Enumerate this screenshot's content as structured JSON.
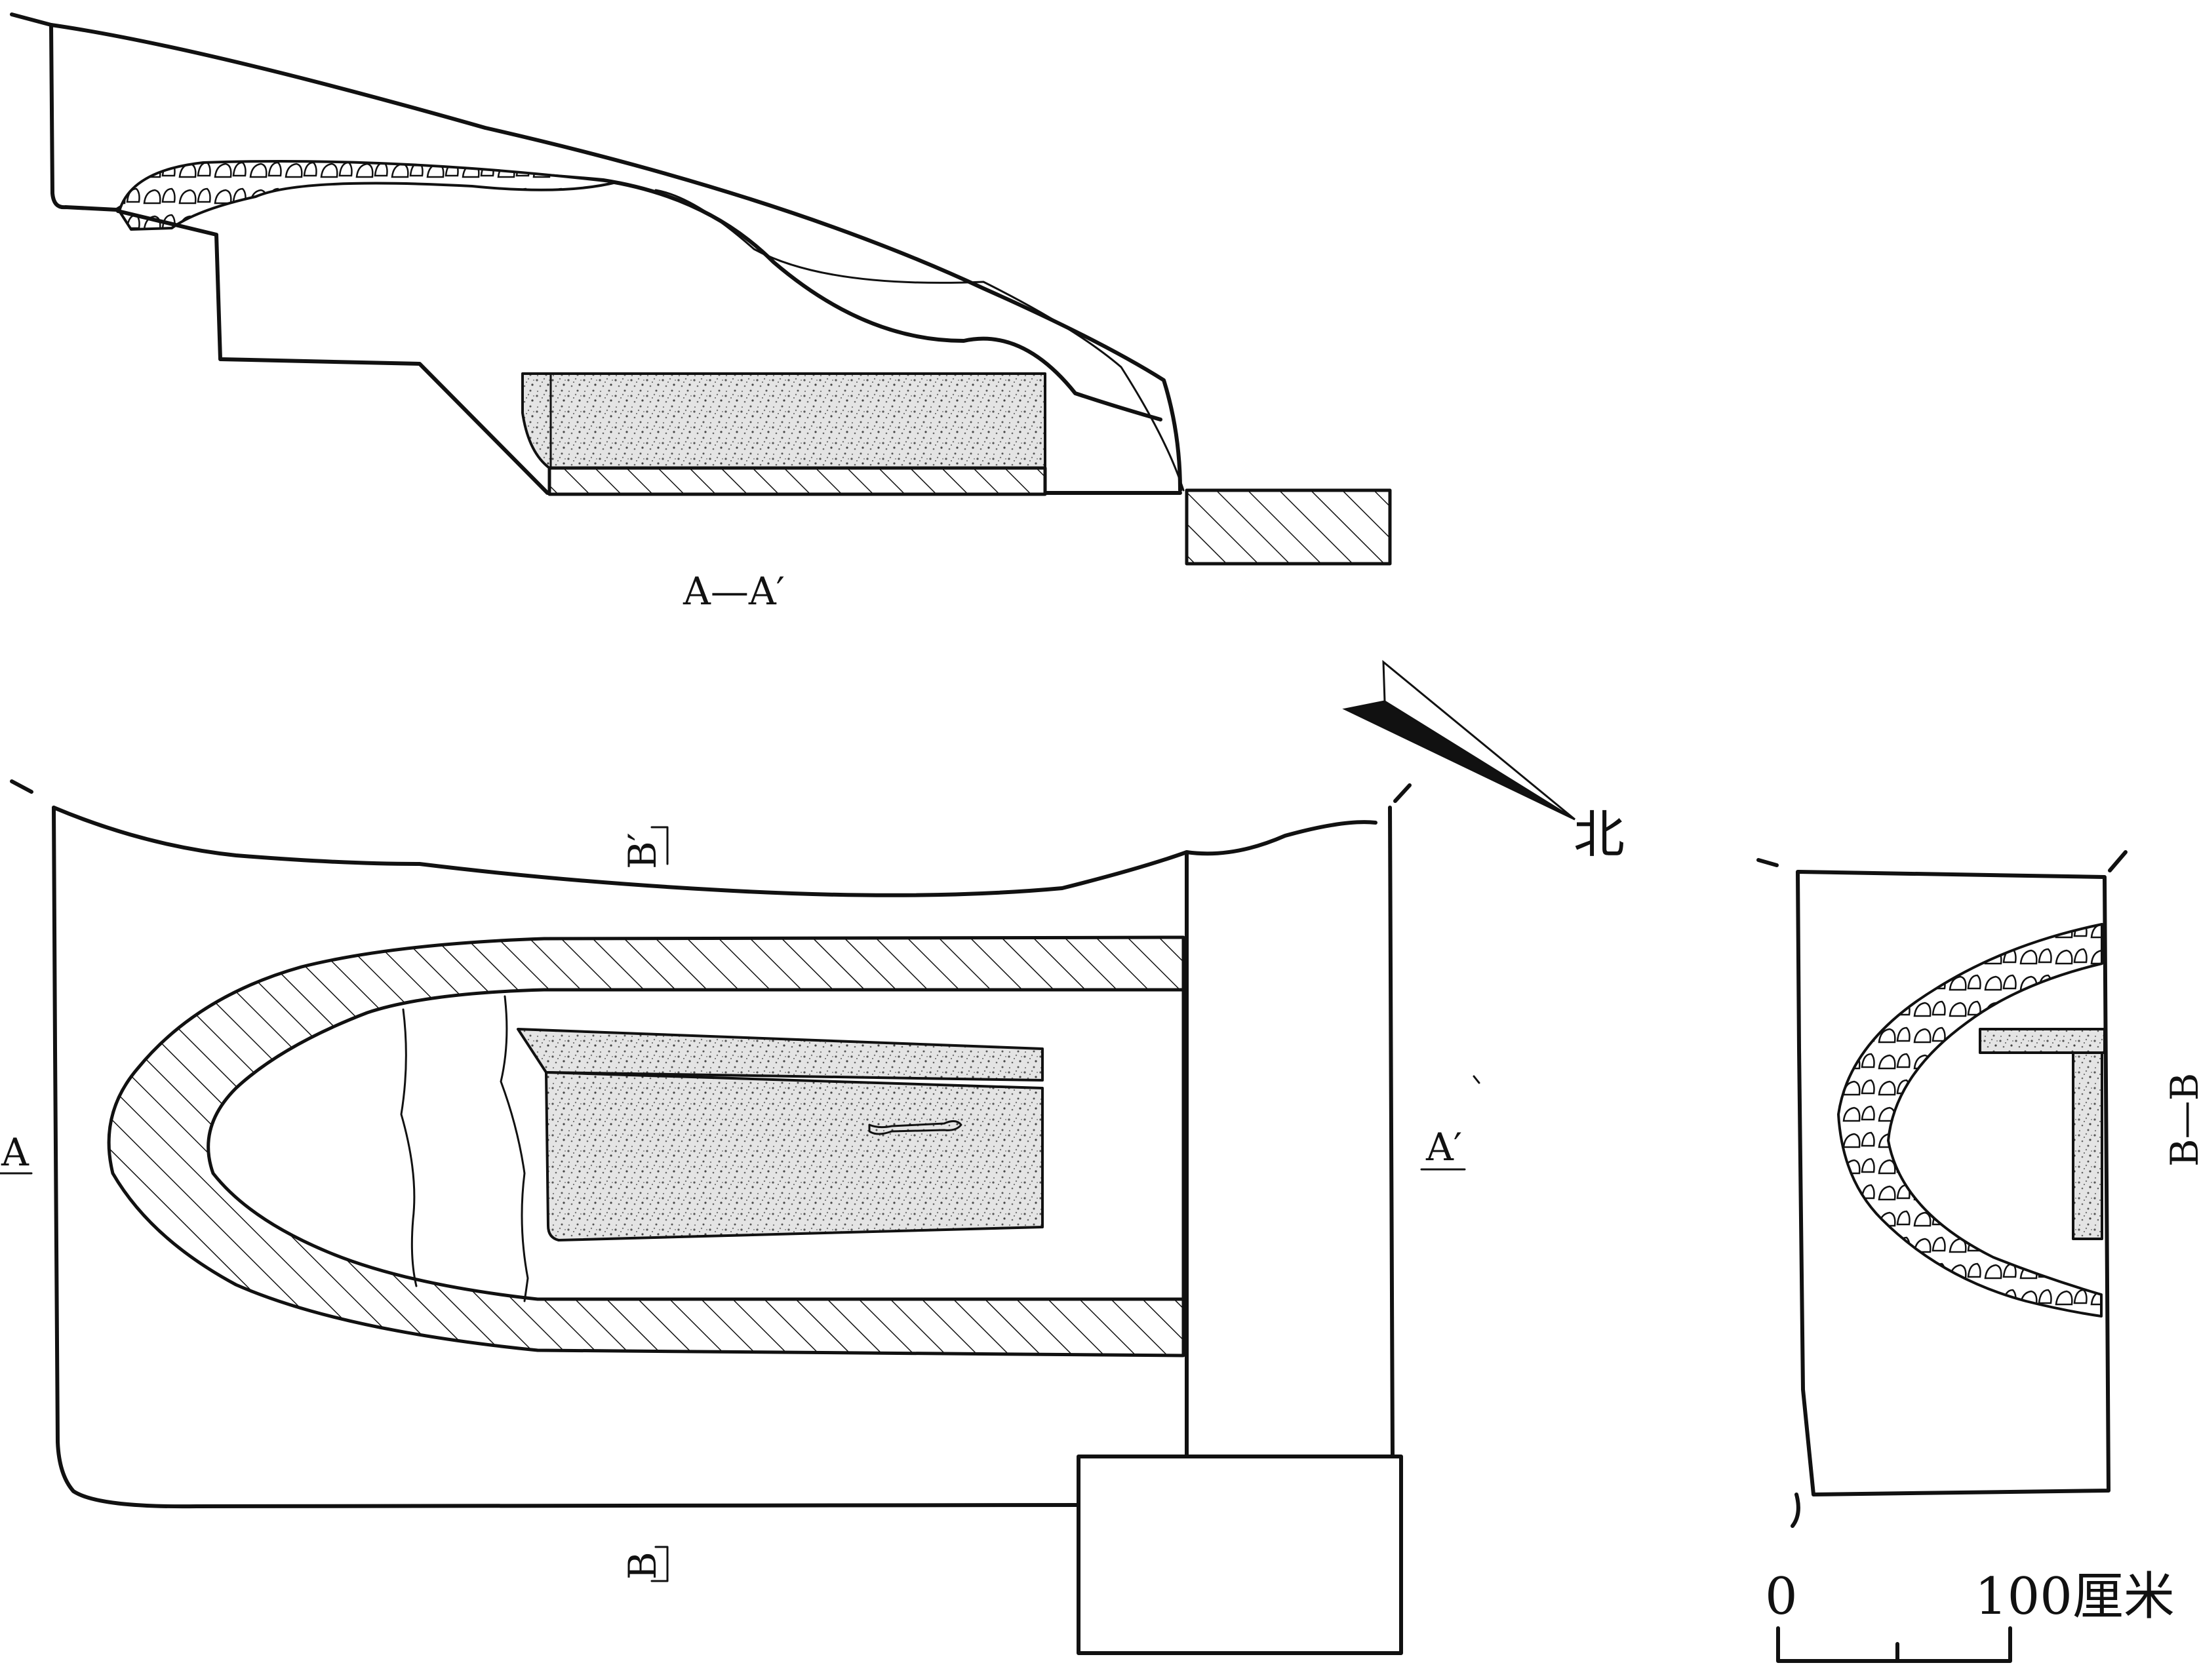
{
  "labels": {
    "section_aa": "A—A′",
    "section_bb": "B—B",
    "plan_a": "A",
    "plan_a_prime": "A′",
    "plan_b_top": "B′",
    "plan_b_bottom": "B",
    "north": "北"
  },
  "scale": {
    "zero": "0",
    "end": "100厘米"
  },
  "colors": {
    "line": "#111111",
    "background": "#ffffff"
  }
}
